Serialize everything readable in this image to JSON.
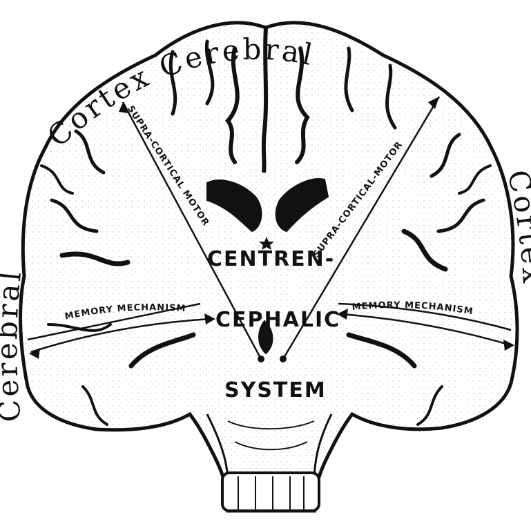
{
  "diagram": {
    "cortex_label_top": "Cortex Cerebral",
    "cortex_label_left": "Cerebral",
    "cortex_label_right": "Cortex",
    "pathway_left_upper": "SUPRA-CORTICAL MOTOR",
    "pathway_right_upper": "SUPRA-CORTICAL-MOTOR",
    "pathway_left_lower": "MEMORY MECHANISM",
    "pathway_right_lower": "MEMORY MECHANISM",
    "center_line1": "CENTREN-",
    "center_line2": "CEPHALIC",
    "center_line3": "SYSTEM"
  },
  "colors": {
    "ink": "#111111",
    "tissue": "#ffffff"
  }
}
